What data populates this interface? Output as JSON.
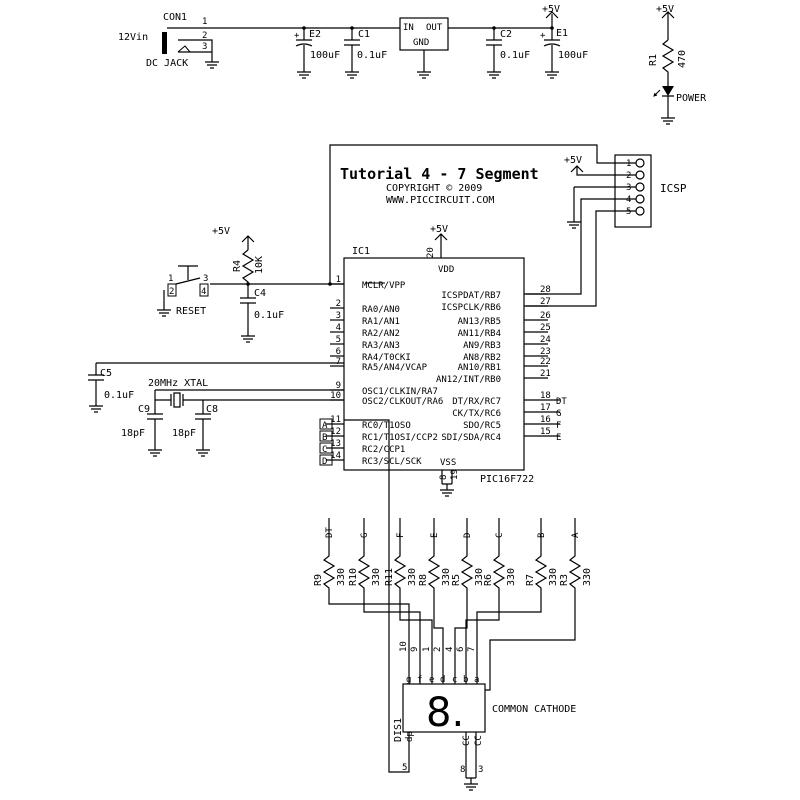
{
  "title": "Tutorial 4 - 7 Segment",
  "copyright": "COPYRIGHT © 2009",
  "website": "WWW.PICCIRCUIT.COM",
  "supply": {
    "input_label": "12Vin",
    "connector": "CON1",
    "connector_type": "DC JACK",
    "pins": [
      "1",
      "2",
      "3"
    ],
    "regulator_in": "IN",
    "regulator_out": "OUT",
    "regulator_gnd": "GND",
    "e2_name": "E2",
    "e2_value": "100uF",
    "c1_name": "C1",
    "c1_value": "0.1uF",
    "c2_name": "C2",
    "c2_value": "0.1uF",
    "e1_name": "E1",
    "e1_value": "100uF",
    "vcc": "+5V"
  },
  "power_led": {
    "vcc": "+5V",
    "r_name": "R1",
    "r_value": "470",
    "label": "POWER"
  },
  "icsp": {
    "label": "ICSP",
    "vcc": "+5V",
    "pins": [
      "1",
      "2",
      "3",
      "4",
      "5"
    ]
  },
  "reset": {
    "vcc": "+5V",
    "r_name": "R4",
    "r_value": "10K",
    "c_name": "C4",
    "c_value": "0.1uF",
    "label": "RESET",
    "pins": [
      "1",
      "2",
      "3",
      "4"
    ]
  },
  "c5": {
    "name": "C5",
    "value": "0.1uF"
  },
  "xtal": {
    "label": "20MHz XTAL",
    "c9_name": "C9",
    "c9_value": "18pF",
    "c8_name": "C8",
    "c8_value": "18pF"
  },
  "mcu": {
    "ref": "IC1",
    "part": "PIC16F722",
    "vcc": "+5V",
    "vdd": "VDD",
    "vss": "VSS",
    "vdd_pin": "20",
    "vss_pins": [
      "8",
      "19"
    ],
    "left_pins": [
      {
        "num": "1",
        "name": "MCLR/VPP"
      },
      {
        "num": "2",
        "name": "RA0/AN0"
      },
      {
        "num": "3",
        "name": "RA1/AN1"
      },
      {
        "num": "4",
        "name": "RA2/AN2"
      },
      {
        "num": "5",
        "name": "RA3/AN3"
      },
      {
        "num": "6",
        "name": "RA4/T0CKI"
      },
      {
        "num": "7",
        "name": "RA5/AN4/VCAP"
      },
      {
        "num": "9",
        "name": "OSC1/CLKIN/RA7"
      },
      {
        "num": "10",
        "name": "OSC2/CLKOUT/RA6"
      },
      {
        "num": "11",
        "name": "RC0/T1OSO",
        "net": "A"
      },
      {
        "num": "12",
        "name": "RC1/T1OSI/CCP2",
        "net": "B"
      },
      {
        "num": "13",
        "name": "RC2/CCP1",
        "net": "C"
      },
      {
        "num": "14",
        "name": "RC3/SCL/SCK",
        "net": "D"
      }
    ],
    "right_pins": [
      {
        "num": "28",
        "name": "ICSPDAT/RB7"
      },
      {
        "num": "27",
        "name": "ICSPCLK/RB6"
      },
      {
        "num": "26",
        "name": "AN13/RB5"
      },
      {
        "num": "25",
        "name": "AN11/RB4"
      },
      {
        "num": "24",
        "name": "AN9/RB3"
      },
      {
        "num": "23",
        "name": "AN8/RB2"
      },
      {
        "num": "22",
        "name": "AN10/RB1"
      },
      {
        "num": "21",
        "name": "AN12/INT/RB0"
      },
      {
        "num": "18",
        "name": "DT/RX/RC7",
        "net": "DT"
      },
      {
        "num": "17",
        "name": "CK/TX/RC6",
        "net": "G"
      },
      {
        "num": "16",
        "name": "SDO/RC5",
        "net": "F"
      },
      {
        "num": "15",
        "name": "SDI/SDA/RC4",
        "net": "E"
      }
    ]
  },
  "resistors": [
    {
      "name": "R9",
      "value": "330",
      "net": "DT"
    },
    {
      "name": "R10",
      "value": "330",
      "net": "G"
    },
    {
      "name": "R11",
      "value": "330",
      "net": "F"
    },
    {
      "name": "R8",
      "value": "330",
      "net": "E"
    },
    {
      "name": "R5",
      "value": "330",
      "net": "D"
    },
    {
      "name": "R6",
      "value": "330",
      "net": "C"
    },
    {
      "name": "R7",
      "value": "330",
      "net": "B"
    },
    {
      "name": "R3",
      "value": "330",
      "net": "A"
    }
  ],
  "display": {
    "ref": "DIS1",
    "type": "COMMON CATHODE",
    "digit": "8.",
    "pin_nums": [
      "10",
      "9",
      "1",
      "2",
      "4",
      "6",
      "7"
    ],
    "seg_letters": [
      "g",
      "f",
      "e",
      "d",
      "c",
      "b",
      "a"
    ],
    "dp_label": "dp",
    "cc_label": "CC",
    "dp_pin": "5",
    "cc_pins": [
      "8",
      "3"
    ]
  }
}
